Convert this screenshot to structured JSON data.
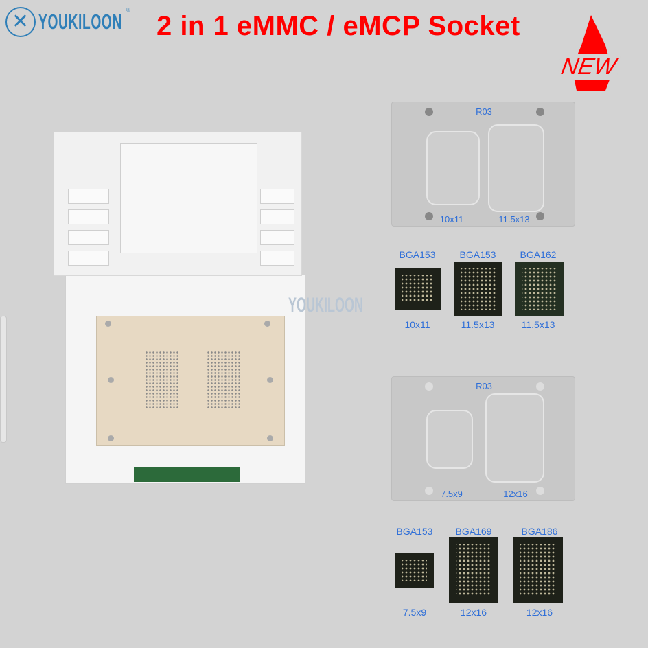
{
  "brand": {
    "name": "YOUKILOON",
    "registered": "®"
  },
  "title": "2 in 1 eMMC / eMCP Socket",
  "badge": "NEW",
  "watermark": "YOUKILOON",
  "plates": [
    {
      "label": "R03",
      "sizes": [
        "10x11",
        "11.5x13"
      ]
    },
    {
      "label": "R03",
      "sizes": [
        "7.5x9",
        "12x16"
      ]
    }
  ],
  "chips_row1": [
    {
      "type": "BGA153",
      "size": "10x11"
    },
    {
      "type": "BGA153",
      "size": "11.5x13"
    },
    {
      "type": "BGA162",
      "size": "11.5x13"
    }
  ],
  "chips_row2": [
    {
      "type": "BGA153",
      "size": "7.5x9"
    },
    {
      "type": "BGA169",
      "size": "12x16"
    },
    {
      "type": "BGA186",
      "size": "12x16"
    }
  ],
  "colors": {
    "title": "#ff0000",
    "brand": "#2f7fb8",
    "labels": "#2f6fd8",
    "background": "#d3d3d3"
  }
}
